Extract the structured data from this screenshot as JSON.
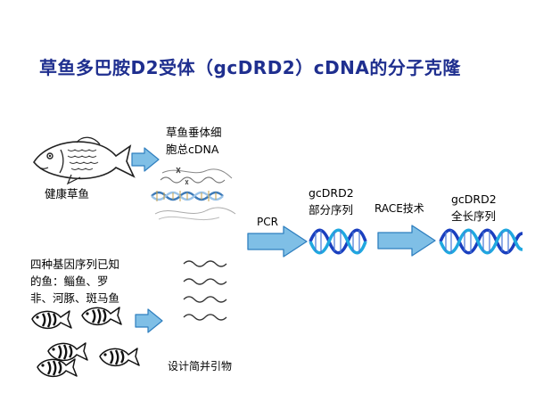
{
  "title": "草鱼多巴胺D2受体（gcDRD2）cDNA的分子克隆",
  "labels": {
    "healthy_fish": "健康草鱼",
    "pituitary_cdna_line1": "草鱼垂体细",
    "pituitary_cdna_line2": "胞总cDNA",
    "known_fish_line1": "四种基因序列已知",
    "known_fish_line2": "的鱼：鲻鱼、罗",
    "known_fish_line3": "非、河豚、斑马鱼",
    "primer_design": "设计简并引物",
    "pcr": "PCR",
    "partial_line1": "gcDRD2",
    "partial_line2": "部分序列",
    "race": "RACE技术",
    "full_line1": "gcDRD2",
    "full_line2": "全长序列"
  },
  "colors": {
    "title": "#1f2f8f",
    "arrow_fill": "#7fbfe6",
    "arrow_stroke": "#2f7fbf",
    "dna_strand_a": "#1a3fbf",
    "dna_strand_b": "#20a8e0"
  },
  "icons": [
    "grass-carp-icon",
    "cdna-illustration-icon",
    "small-fish-icon",
    "primer-wave-icon",
    "dna-helix-icon",
    "arrow-icon"
  ]
}
